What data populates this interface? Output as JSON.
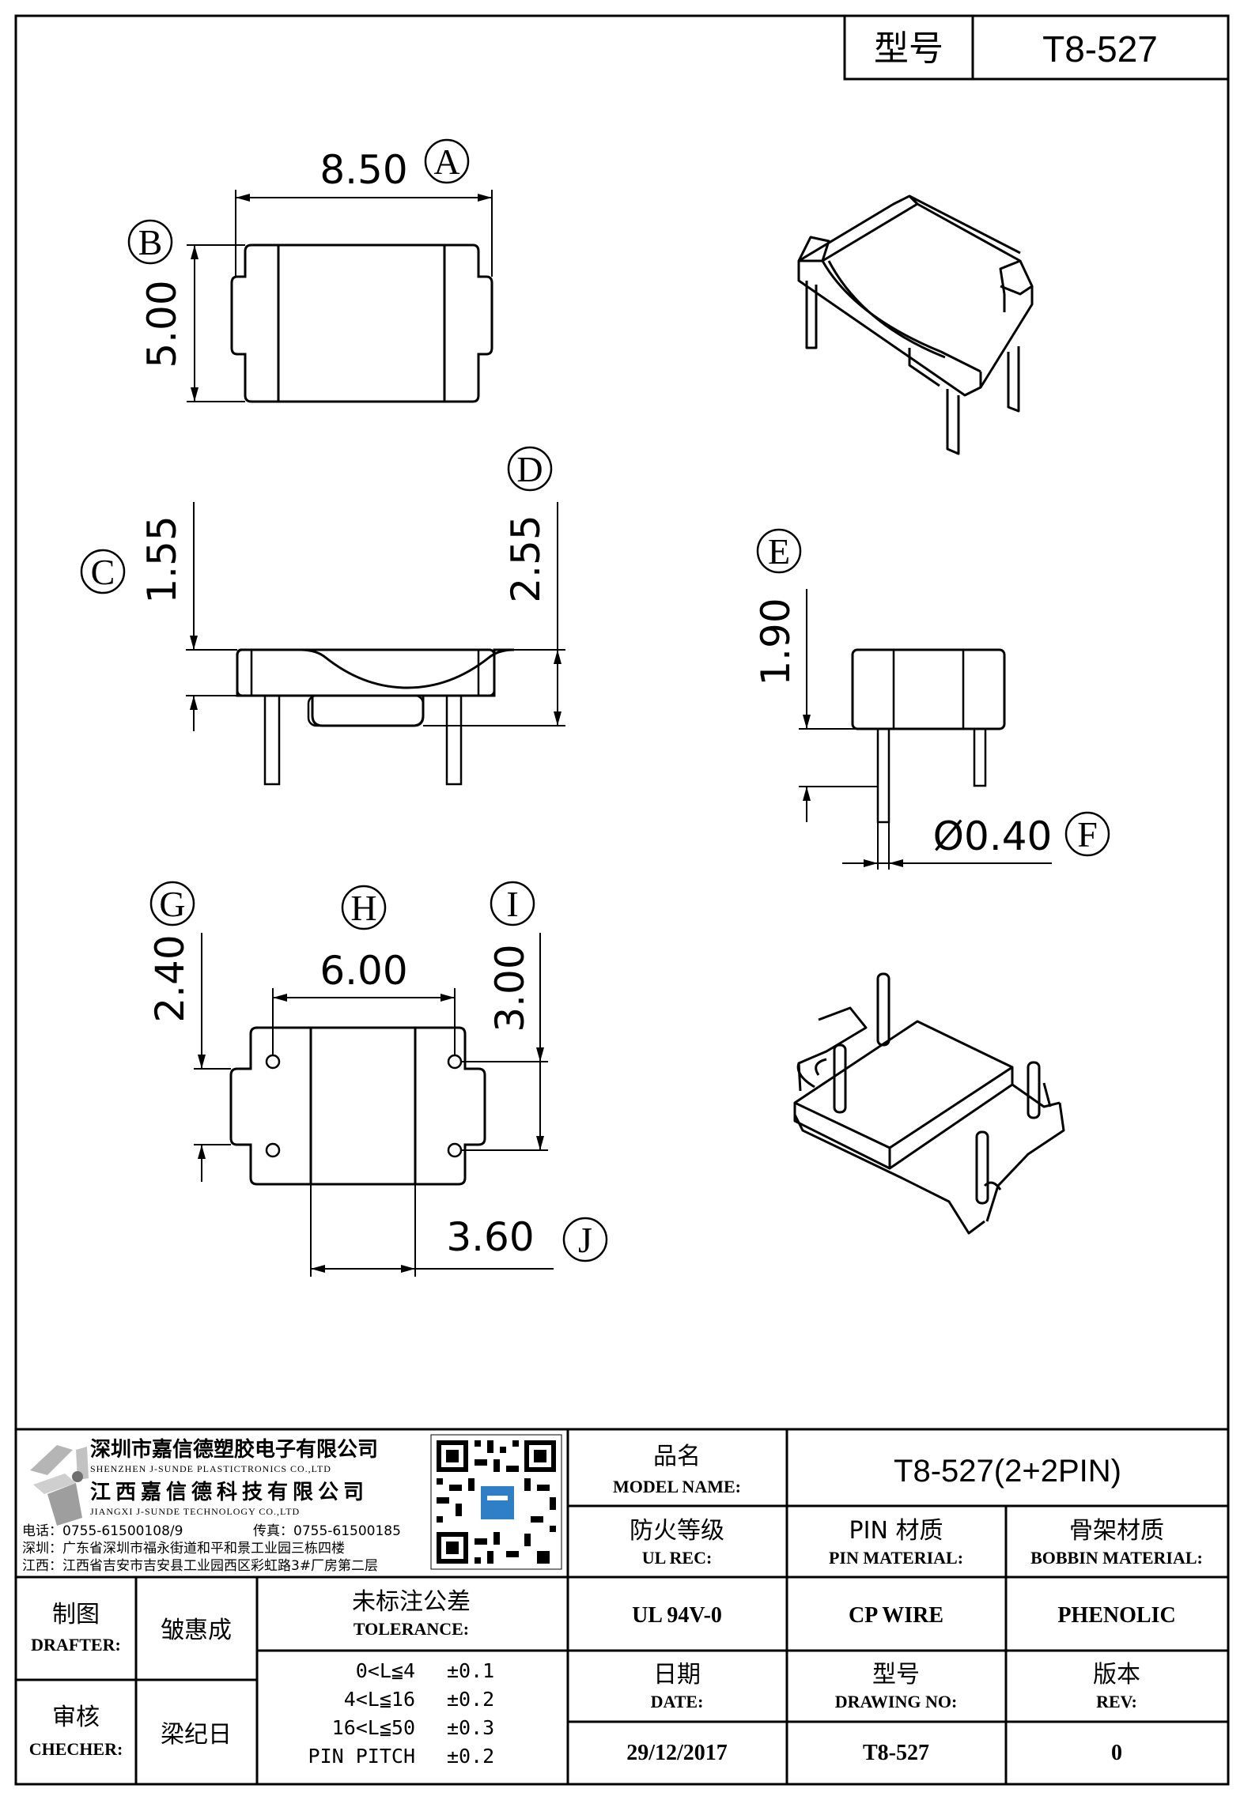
{
  "header": {
    "model_label": "型号",
    "model_value": "T8-527"
  },
  "dimensions": {
    "A": {
      "letter": "A",
      "value": "8.50"
    },
    "B": {
      "letter": "B",
      "value": "5.00"
    },
    "C": {
      "letter": "C",
      "value": "1.55"
    },
    "D": {
      "letter": "D",
      "value": "2.55"
    },
    "E": {
      "letter": "E",
      "value": "1.90"
    },
    "F": {
      "letter": "F",
      "value": "Ø0.40"
    },
    "G": {
      "letter": "G",
      "value": "2.40"
    },
    "H": {
      "letter": "H",
      "value": "6.00"
    },
    "I": {
      "letter": "I",
      "value": "3.00"
    },
    "J": {
      "letter": "J",
      "value": "3.60"
    }
  },
  "company": {
    "name_cn_1": "深圳市嘉信德塑胶电子有限公司",
    "name_en_1": "SHENZHEN J-SUNDE PLASTICTRONICS CO.,LTD",
    "name_cn_2": "江西嘉信德科技有限公司",
    "name_en_2": "JIANGXI J-SUNDE TECHNOLOGY CO.,LTD",
    "phone": "电话：0755-61500108/9",
    "fax": "传真：0755-61500185",
    "addr_sz": "深圳：广东省深圳市福永街道和平和景工业园三栋四楼",
    "addr_jx": "江西：江西省吉安市吉安县工业园西区彩虹路3#厂房第二层"
  },
  "title_block": {
    "model_name_cn": "品名",
    "model_name_en": "MODEL NAME:",
    "model_name_value": "T8-527(2+2PIN)",
    "ul_cn": "防火等级",
    "ul_en": "UL REC:",
    "pin_cn": "PIN 材质",
    "pin_en": "PIN MATERIAL:",
    "bobbin_cn": "骨架材质",
    "bobbin_en": "BOBBIN MATERIAL:",
    "ul_value": "UL 94V-0",
    "pin_value": "CP WIRE",
    "bobbin_value": "PHENOLIC",
    "date_cn": "日期",
    "date_en": "DATE:",
    "drawing_cn": "型号",
    "drawing_en": "DRAWING NO:",
    "rev_cn": "版本",
    "rev_en": "REV:",
    "date_value": "29/12/2017",
    "drawing_value": "T8-527",
    "rev_value": "0",
    "drafter_cn": "制图",
    "drafter_en": "DRAFTER:",
    "drafter_name": "皱惠成",
    "checker_cn": "审核",
    "checker_en": "CHECHER:",
    "checker_name": "梁纪日",
    "tolerance_cn": "未标注公差",
    "tolerance_en": "TOLERANCE:",
    "tolerances": [
      {
        "range": "0<L≦4",
        "value": "±0.1"
      },
      {
        "range": "4<L≦16",
        "value": "±0.2"
      },
      {
        "range": "16<L≦50",
        "value": "±0.3"
      },
      {
        "range": "PIN PITCH",
        "value": "±0.2"
      }
    ]
  }
}
